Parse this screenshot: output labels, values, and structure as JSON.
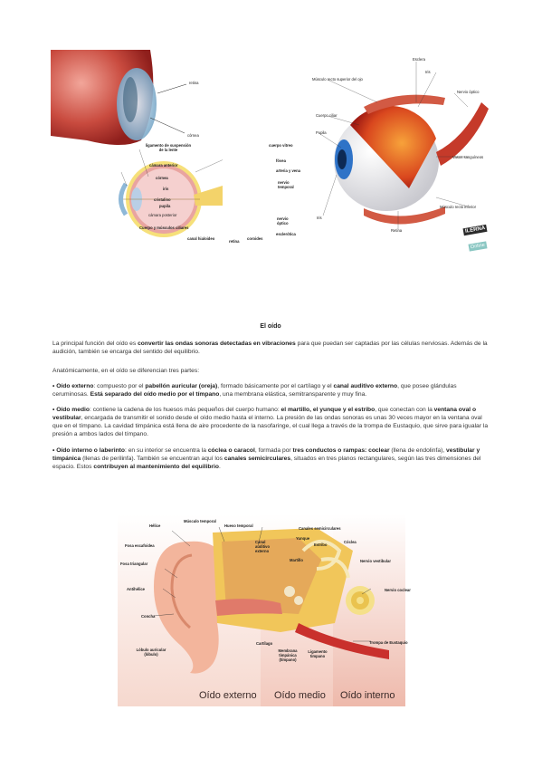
{
  "eye_diagram_left": {
    "labels": {
      "retina_top": "retina",
      "cornea_top": "córnea",
      "ligamento": "ligamento de suspensión de la lente",
      "cuerpo_vitreo": "cuerpo vitreo",
      "camara_anterior": "cámara anterior",
      "cornea": "córnea",
      "iris": "iris",
      "cristalino": "cristalino",
      "pupila": "pupila",
      "camara_posterior": "cámara posterior",
      "cuerpo_ciliar": "Cuerpo y músculos ciliares",
      "fovea": "fóvea",
      "arteria_vena": "arteria y vena",
      "nervio_temporal": "nervio temporal",
      "nervio_optico": "nervio óptico",
      "esclerotica": "esclerótica",
      "canal_schlemm": "canal hialoideo",
      "retina": "retina",
      "coroides": "coroides"
    }
  },
  "eye_diagram_right": {
    "labels": {
      "esclera": "Esclera",
      "iris": "Iris",
      "musculo_recto": "Músculo recto superior del ojo",
      "nervio_optico": "Nervio óptico",
      "cuerpo_ciliar": "Cuerpo ciliar",
      "pupila": "Pupila",
      "vasos": "Vasos sanguíneos",
      "musculo_inferior": "Músculo recto inferior",
      "iris_bottom": "Iris",
      "retina": "Retina"
    },
    "brand_line1": "ILERNA",
    "brand_line2": "Online"
  },
  "article": {
    "title": "El oído",
    "p1_a": "La principal función del oído es ",
    "p1_b": "convertir las ondas sonoras detectadas en vibraciones",
    "p1_c": " para que puedan ser captadas por las células nerviosas. Además de la audición, también se encarga del sentido del equilibrio.",
    "p2": "Anatómicamente, en el oído se diferencian tres partes:",
    "p3_a": "• Oído externo",
    "p3_b": ": compuesto por el ",
    "p3_c": "pabellón auricular (oreja)",
    "p3_d": ", formado básicamente por el cartílago y el ",
    "p3_e": "canal auditivo externo",
    "p3_f": ", que posee glándulas ceruminosas. ",
    "p3_g": "Está separado del oído medio por el tímpano",
    "p3_h": ", una membrana elástica, semitransparente y muy fina.",
    "p4_a": "• Oído medio",
    "p4_b": ": contiene la cadena de los huesos más pequeños del cuerpo humano: ",
    "p4_c": "el martillo, el yunque y el estribo",
    "p4_d": ", que conectan con la ",
    "p4_e": "ventana oval o vestibular",
    "p4_f": ", encargada de transmitir el sonido desde el oído medio hasta el interno. La presión de las ondas sonoras es unas 30 veces mayor en la ventana oval que en el tímpano. La cavidad timpánica está llena de aire procedente de la nasofaringe, el cual llega a través de la trompa de Eustaquio, que sirve para igualar la presión a ambos lados del tímpano.",
    "p5_a": "• Oído interno o laberinto",
    "p5_b": ": en su interior se encuentra la ",
    "p5_c": "cóclea o caracol",
    "p5_d": ", formada por ",
    "p5_e": "tres conductos o rampas: coclear",
    "p5_f": " (llena de endolinfa), ",
    "p5_g": "vestibular y timpánica",
    "p5_h": " (llenas de perilinfa). También se encuentran aquí los ",
    "p5_i": "canales semicirculares",
    "p5_j": ", situados en tres planos rectangulares, según las tres dimensiones del espacio. Estos ",
    "p5_k": "contribuyen al mantenimiento del equilibrio",
    "p5_l": "."
  },
  "ear_diagram": {
    "labels": {
      "helix": "Hélice",
      "musculo_temporal": "Músculo temporal",
      "hueso_temporal": "Hueso temporal",
      "canales": "Canales semicirculares",
      "fosa_escafoidea": "Fosa escafoidea",
      "canal_auditivo": "Canal auditivo externo",
      "yunque": "Yunque",
      "estribo": "Estribo",
      "coclea": "Cóclea",
      "fosa_triangular": "Fosa triangular",
      "martillo": "Martillo",
      "nervio_vestibular": "Nervio vestibular",
      "antihelix": "Antihélice",
      "nervio_coclear": "Nervio coclear",
      "concha": "Concha",
      "cartilago": "Cartílago",
      "membrana": "Membrana timpánica (tímpano)",
      "ligamento_timpano": "Ligamento timpano",
      "trompa": "Trompa de Eustaquio",
      "lobulo": "Lóbulo auricular (lóbulo)"
    },
    "zones": {
      "externo": "Oído externo",
      "medio": "Oído medio",
      "interno": "Oído interno"
    }
  }
}
